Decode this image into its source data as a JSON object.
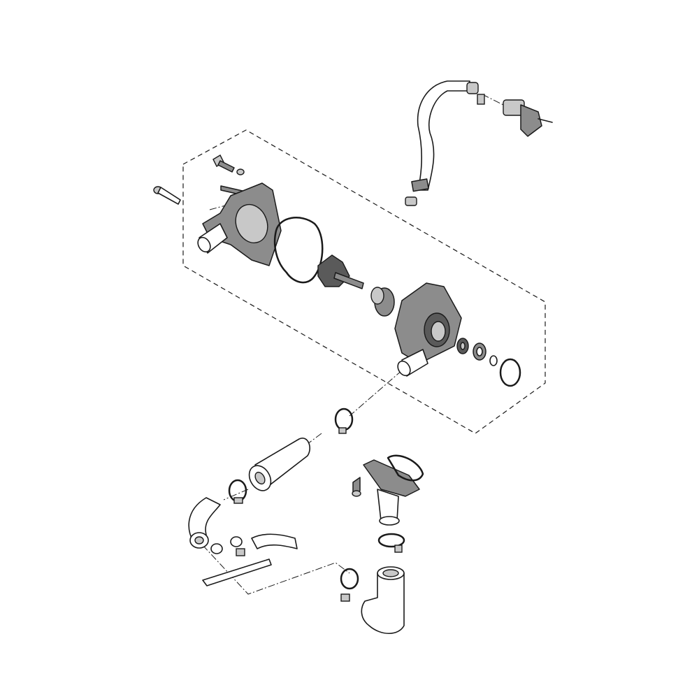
{
  "diagram": {
    "type": "exploded-parts-diagram",
    "subject": "water-pump-assembly",
    "colors": {
      "line": "#1a1a1a",
      "metal": "#8c8c8c",
      "dark_metal": "#5a5a5a",
      "background": "#ffffff"
    },
    "parts": [
      "bypass-hose",
      "hose-joint",
      "pump-cover-bolt",
      "cover-bolt",
      "pump-cover",
      "o-ring",
      "impeller-shaft",
      "mechanical-seal",
      "pump-body",
      "bearing",
      "oil-seal",
      "circlip",
      "washer",
      "hose-clamp",
      "radiator-hose",
      "elbow-hose",
      "small-hose",
      "bracket",
      "thermostat-housing",
      "housing-bolt",
      "lower-pipe"
    ]
  }
}
